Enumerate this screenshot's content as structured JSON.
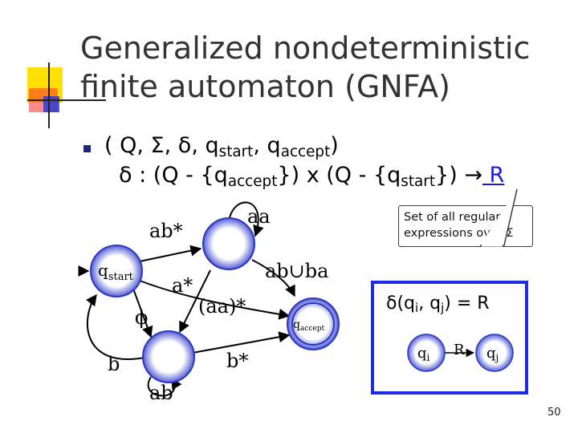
{
  "slide": {
    "title_line1": "Generalized nondeterministic",
    "title_line2": "finite automaton (GNFA)",
    "tuple": {
      "open": "( Q, ",
      "sigma": "Σ",
      "sep1": ", ",
      "delta": "δ",
      "sep2": ", q",
      "start_sub": "start",
      "sep3": ", q",
      "accept_sub": "accept",
      "close": ")"
    },
    "mapping": {
      "delta": "δ",
      "part1": " : (Q - {q",
      "accept_sub": "accept",
      "part2": "}) x (Q - {q",
      "start_sub": "start",
      "part3": "}) ",
      "arrow": "→",
      "result": " R"
    },
    "callout": {
      "line1": "Set of all regular",
      "line2_prefix": "expressions over ",
      "sigma": "Σ"
    },
    "inset": {
      "delta": "δ",
      "part1": "(q",
      "i": "i",
      "part2": ", q",
      "j": "j",
      "part3": ") = R",
      "node_q": "q",
      "node_i": "i",
      "node_j": "j",
      "edge_label": "R"
    },
    "page_number": "50"
  },
  "diagram": {
    "nodes": {
      "start": {
        "label": "q",
        "sub": "start"
      },
      "accept": {
        "label": "q",
        "sub": "accept"
      }
    },
    "edge_labels": {
      "ab_star": "ab*",
      "aa": "aa",
      "ab_union_ba": "ab∪ba",
      "a_star": "a*",
      "aa_star": "(aa)*",
      "phi": "ϕ",
      "b_star": "b*",
      "b": "b",
      "ab": "ab"
    }
  },
  "colors": {
    "accent_blue": "#1e2ae8",
    "node_fill_dark": "#2b36c8",
    "node_fill_light": "#ffffff",
    "title_gray": "#333333"
  }
}
